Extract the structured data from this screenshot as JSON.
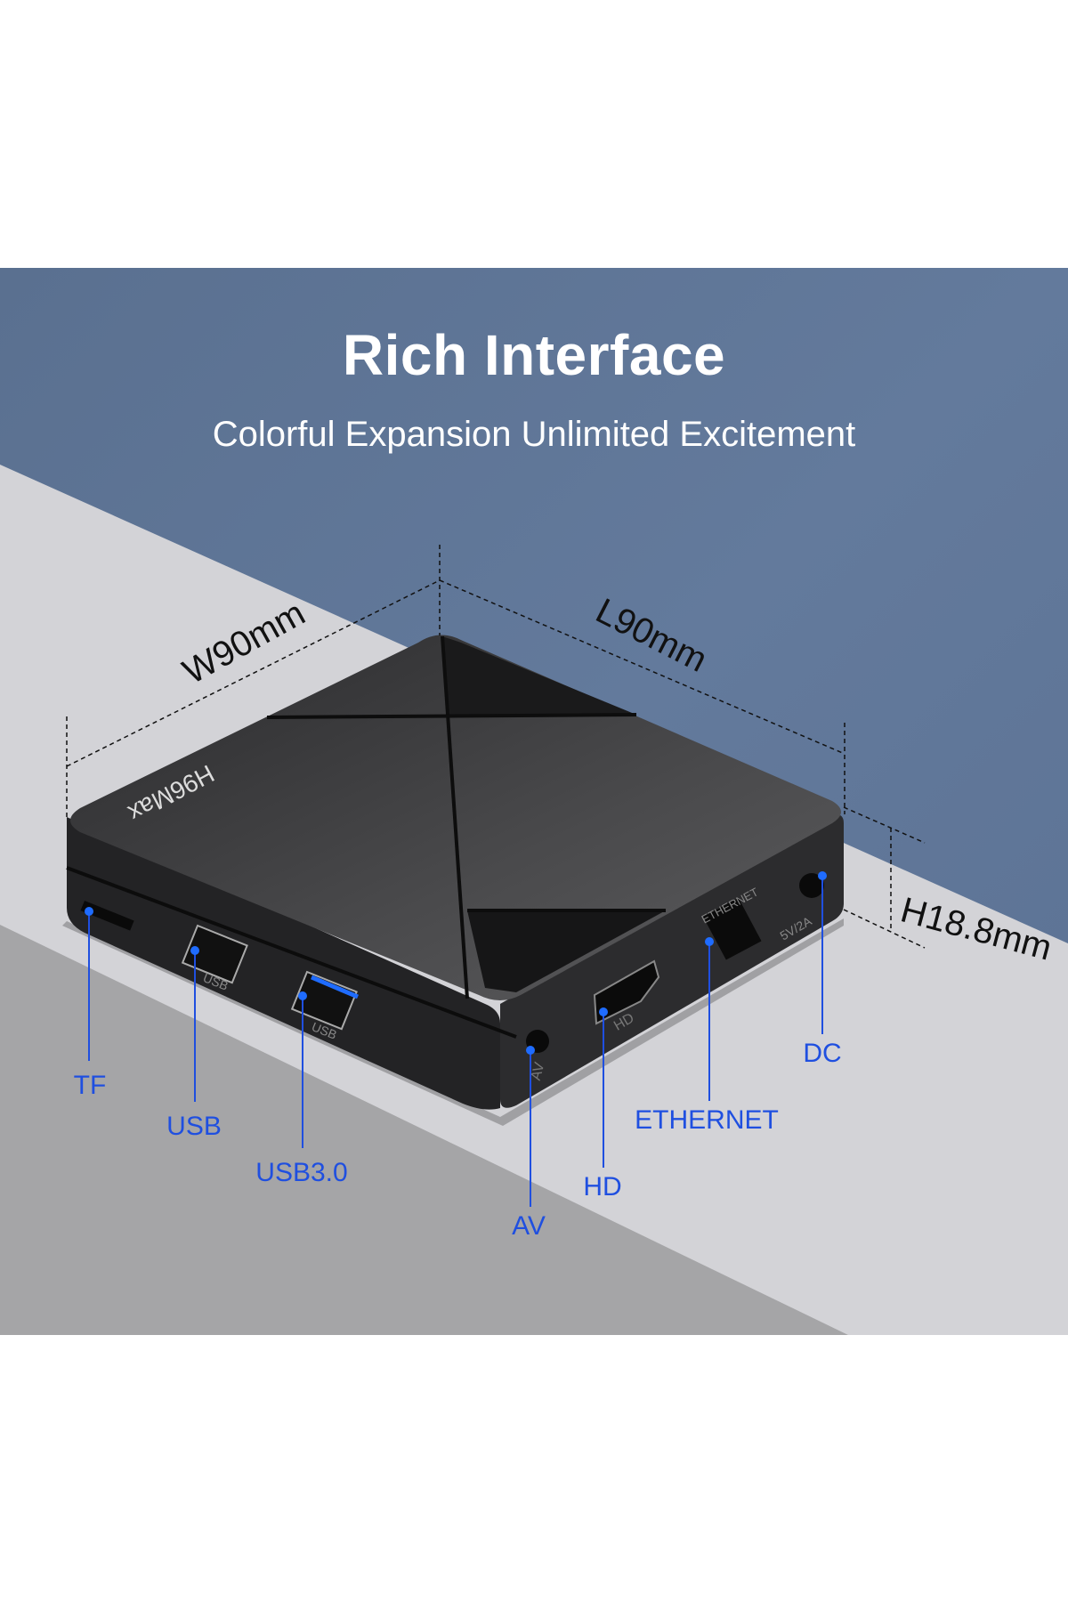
{
  "header": {
    "title": "Rich Interface",
    "subtitle": "Colorful Expansion Unlimited Excitement"
  },
  "product": {
    "logo": "H96Max",
    "dimensions": {
      "width": "W90mm",
      "length": "L90mm",
      "height": "H18.8mm"
    },
    "port_markings": {
      "usb": "USB",
      "hd": "HD",
      "ethernet": "ETHERNET",
      "av": "AV",
      "dc": "5V/2A"
    }
  },
  "ports": [
    {
      "id": "tf",
      "label": "TF"
    },
    {
      "id": "usb",
      "label": "USB"
    },
    {
      "id": "usb3",
      "label": "USB3.0"
    },
    {
      "id": "av",
      "label": "AV"
    },
    {
      "id": "hd",
      "label": "HD"
    },
    {
      "id": "ethernet",
      "label": "ETHERNET"
    },
    {
      "id": "dc",
      "label": "DC"
    }
  ],
  "colors": {
    "accent": "#1f4fe0",
    "band": "#60779a"
  }
}
